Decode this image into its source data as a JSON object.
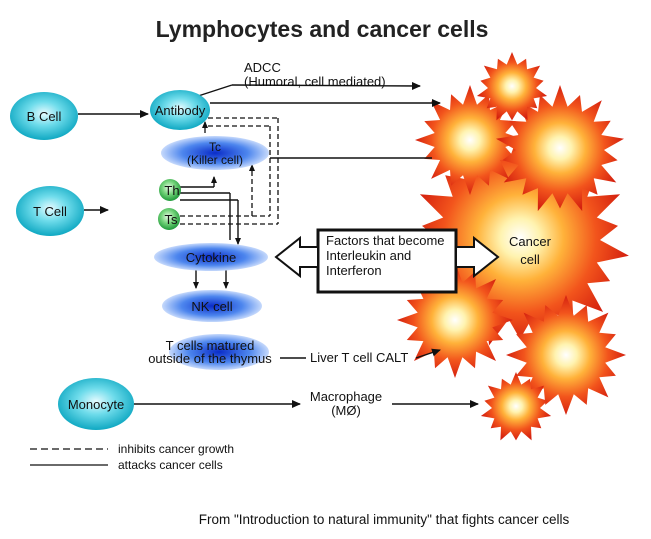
{
  "title": "Lymphocytes and cancer cells",
  "cells": {
    "b_cell": "B Cell",
    "t_cell": "T Cell",
    "antibody": "Antibody",
    "tc": "Tc",
    "killer_cell": "(Killer cell)",
    "th": "Th",
    "ts": "Ts",
    "cytokine": "Cytokine",
    "nk_cell": "NK cell",
    "t_matured_line1": "T cells matured",
    "t_matured_line2": "outside of the thymus",
    "monocyte": "Monocyte"
  },
  "labels": {
    "adcc_line1": "ADCC",
    "adcc_line2": "(Humoral, cell mediated)",
    "factors_line1": "Factors that become",
    "factors_line2": "Interleukin and",
    "factors_line3": "Interferon",
    "cancer_line1": "Cancer",
    "cancer_line2": "cell",
    "liver_t_cell": "Liver T cell CALT",
    "macrophage_line1": "Macrophage",
    "macrophage_line2": "(MØ)"
  },
  "legend": {
    "dashed": "inhibits cancer growth",
    "solid": "attacks cancer cells"
  },
  "caption": "From \"Introduction to natural immunity\" that fights cancer cells",
  "colors": {
    "cyan_cell": "#2ec4d6",
    "blue_cell": "#1f4fe0",
    "green_cell": "#2faa4a",
    "cancer_outer": "#e8361a",
    "cancer_inner": "#ffd34d"
  }
}
